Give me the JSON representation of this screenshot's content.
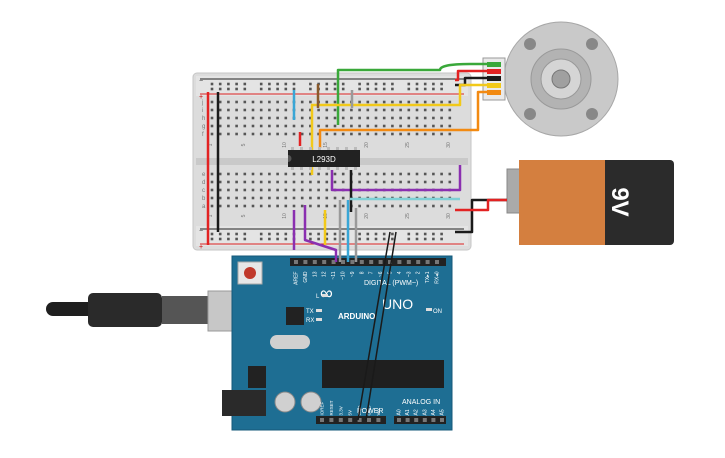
{
  "chip": {
    "label": "L293D"
  },
  "battery": {
    "label": "9V"
  },
  "arduino": {
    "brand": "ARDUINO",
    "model": "UNO",
    "digital_label": "DIGITAL (PWM~)",
    "power_label": "POWER",
    "analog_label": "ANALOG IN",
    "on_label": "ON",
    "l_label": "L",
    "tx_label": "TX",
    "rx_label": "RX",
    "digital_pins": [
      "AREF",
      "GND",
      "13",
      "12",
      "~11",
      "~10",
      "~9",
      "8",
      "7",
      "~6",
      "~5",
      "4",
      "~3",
      "2",
      "TX▸1",
      "RX◂0"
    ],
    "power_pins": [
      "IOREF",
      "RESET",
      "3.3V",
      "5V",
      "GND",
      "GND",
      "Vin"
    ],
    "analog_pins": [
      "A0",
      "A1",
      "A2",
      "A3",
      "A4",
      "A5"
    ]
  },
  "breadboard": {
    "row_letters_top": [
      "j",
      "i",
      "h",
      "g",
      "f"
    ],
    "row_letters_bottom": [
      "e",
      "d",
      "c",
      "b",
      "a"
    ],
    "col_numbers": [
      "1",
      "5",
      "10",
      "15",
      "20",
      "25",
      "30"
    ],
    "rail_plus": "+",
    "rail_minus": "−"
  },
  "colors": {
    "arduino_board": "#1e6e93",
    "breadboard": "#d9d9d9",
    "battery_body": "#2b2b2b",
    "battery_cap": "#d47f3f",
    "wire_red": "#e22222",
    "wire_black": "#1a1a1a",
    "wire_green": "#3aa83a",
    "wire_yellow": "#f2c919",
    "wire_orange": "#f28a12",
    "wire_purple": "#8a2fb0",
    "wire_blue": "#39a6d6",
    "wire_brown": "#8a5a2b",
    "wire_gray": "#9a9a9a",
    "motor_body": "#c8c8c8"
  }
}
